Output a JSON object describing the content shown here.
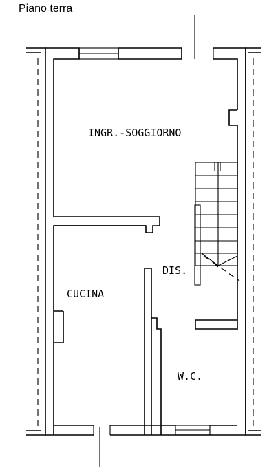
{
  "title": "Piano terra",
  "rooms": [
    {
      "label": "INGR.-SOGGIORNO"
    },
    {
      "label": "CUCINA"
    },
    {
      "label": "DIS."
    },
    {
      "label": "W.C."
    }
  ]
}
